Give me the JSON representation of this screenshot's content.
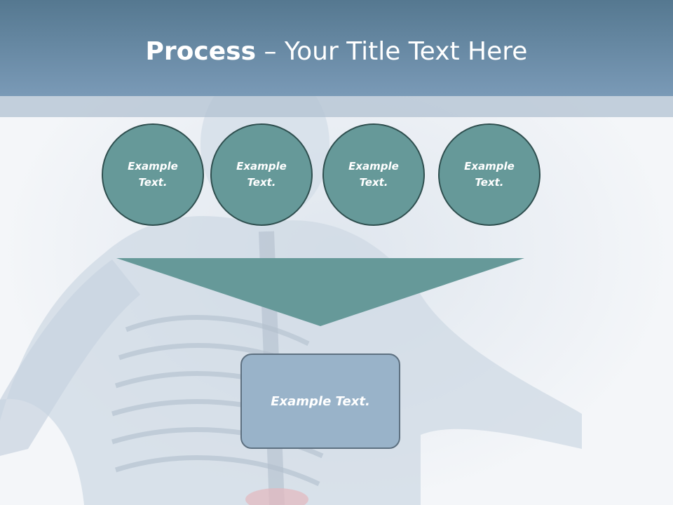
{
  "title": {
    "bold": "Process",
    "rest": " – Your Title Text Here"
  },
  "steps": [
    {
      "label": "Example\nText."
    },
    {
      "label": "Example\nText."
    },
    {
      "label": "Example\nText."
    },
    {
      "label": "Example\nText."
    }
  ],
  "result": {
    "label": "Example Text."
  },
  "colors": {
    "header_top": "#557890",
    "header_bottom": "#7a9ab7",
    "circle_fill": "#669999",
    "circle_border": "#2f4f4f",
    "funnel_fill": "#669999",
    "result_fill": "#99b3c9",
    "result_border": "#5d7080"
  }
}
